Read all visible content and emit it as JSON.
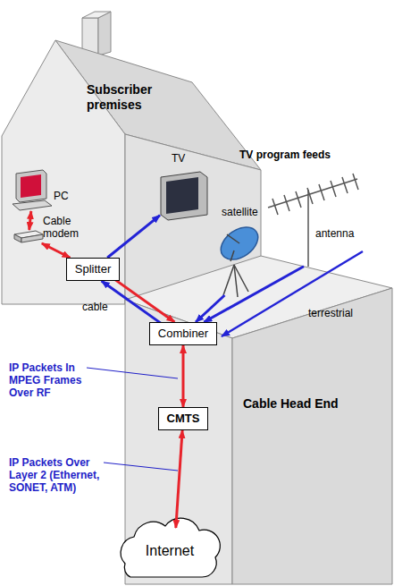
{
  "diagram": {
    "nodes": [
      {
        "text": [
          "Subscriber premises"
        ]
      },
      {
        "text": [
          "PC"
        ],
        "in": 0
      },
      {
        "text": [
          "Cable modem"
        ],
        "in": 0
      },
      {
        "text": [
          "TV"
        ],
        "in": 0
      },
      {
        "text": [
          "Splitter"
        ],
        "in": 0
      },
      {
        "text": [
          "Cable Head End"
        ]
      },
      {
        "text": [
          "Combiner"
        ],
        "in": 5
      },
      {
        "text": [
          "CMTS"
        ],
        "in": 5
      },
      {
        "text": [
          "satellite"
        ]
      },
      {
        "text": [
          "antenna"
        ]
      },
      {
        "text": [
          "Internet"
        ]
      }
    ],
    "edges": [
      {
        "from": 1,
        "to": 2,
        "arrow": "both"
      },
      {
        "from": 2,
        "to": 4,
        "arrow": "both"
      },
      {
        "from": 4,
        "to": 3,
        "arrow": "to"
      },
      {
        "from": 6,
        "to": 4,
        "arrow": "to"
      },
      {
        "from": 6,
        "to": 4,
        "arrow": "both"
      },
      {
        "from": 8,
        "to": 6,
        "arrow": "to"
      },
      {
        "from": 9,
        "to": 6,
        "arrow": "to"
      },
      {
        "from": 6,
        "to": 7,
        "arrow": "both"
      },
      {
        "from": 7,
        "to": 10,
        "arrow": "both"
      }
    ],
    "labels": [
      "TV program feeds",
      "cable",
      "terrestrial",
      "IP Packets In MPEG Frames Over RF",
      "IP Packets Over Layer 2 (Ethernet, SONET, ATM)"
    ]
  }
}
